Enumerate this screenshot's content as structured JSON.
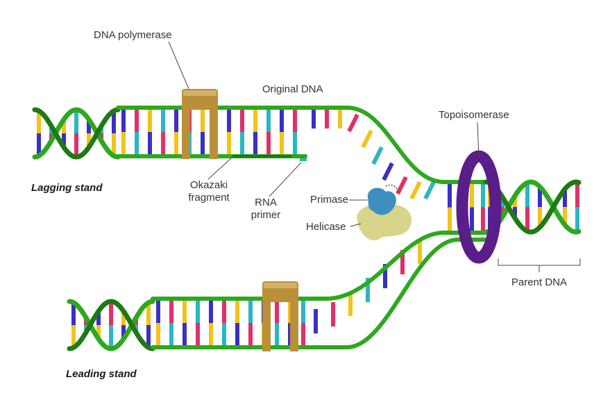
{
  "labels": {
    "dna_polymerase": "DNA polymerase",
    "original_dna": "Original DNA",
    "topoisomerase": "Topoisomerase",
    "lagging_strand": "Lagging stand",
    "okazaki_line1": "Okazaki",
    "okazaki_line2": "fragment",
    "rna_line1": "RNA",
    "rna_line2": "primer",
    "primase": "Primase",
    "helicase": "Helicase",
    "parent_dna": "Parent DNA",
    "leading_strand": "Leading stand"
  },
  "colors": {
    "backbone": "#2ea81e",
    "backbone_dark": "#1d7a12",
    "base_purple": "#3b2fc4",
    "base_pink": "#e0306a",
    "base_yellow": "#f2c31a",
    "base_cyan": "#2bb6c4",
    "polymerase": "#b98f3a",
    "topoisomerase": "#5a1e8a",
    "primase": "#3d8fbf",
    "helicase": "#d8d48a"
  },
  "icons": {
    "polymerase_top": "dna-polymerase-icon",
    "polymerase_bottom": "dna-polymerase-icon",
    "topoisomerase": "topoisomerase-ring-icon",
    "primase": "primase-icon",
    "helicase": "helicase-icon"
  }
}
